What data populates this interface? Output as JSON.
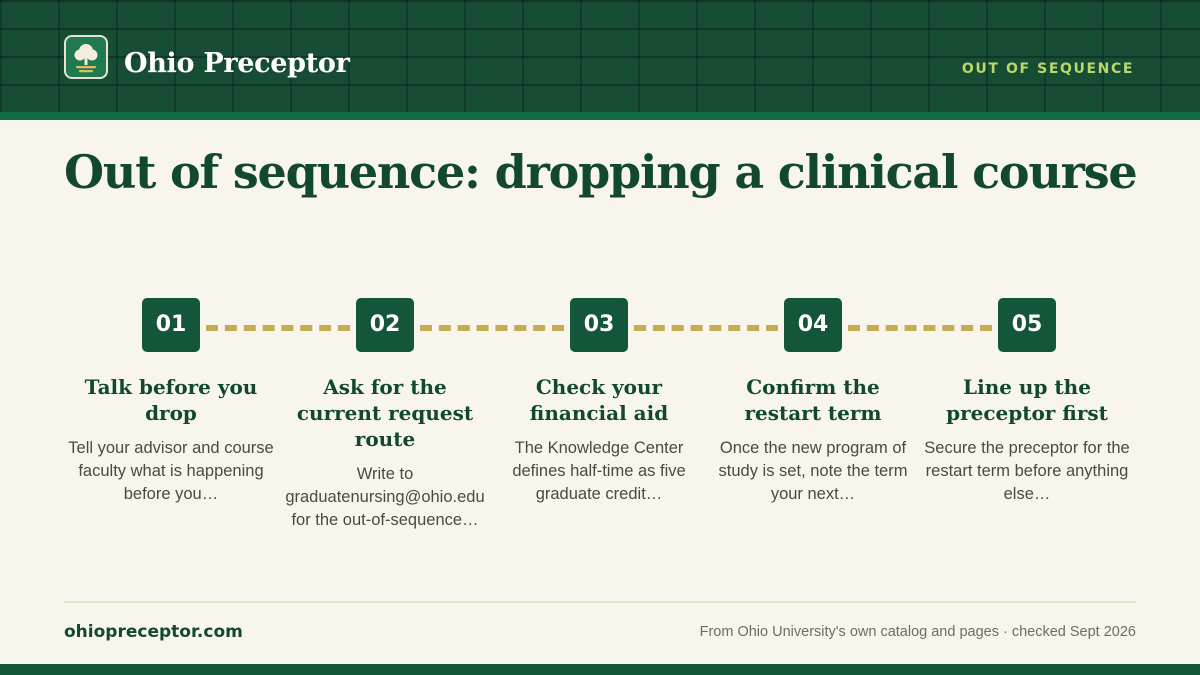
{
  "header": {
    "brand": "Ohio Preceptor",
    "tag": "OUT OF SEQUENCE",
    "logo_icon": "tree-icon"
  },
  "main": {
    "title": "Out of sequence: dropping a clinical course",
    "steps": [
      {
        "number": "01",
        "title": "Talk before you drop",
        "desc": "Tell your advisor and course faculty what is happening before you…"
      },
      {
        "number": "02",
        "title": "Ask for the current request route",
        "desc": "Write to graduatenursing@ohio.edu for the out-of-sequence…"
      },
      {
        "number": "03",
        "title": "Check your financial aid",
        "desc": "The Knowledge Center defines half-time as five graduate credit…"
      },
      {
        "number": "04",
        "title": "Confirm the restart term",
        "desc": "Once the new program of study is set, note the term your next…"
      },
      {
        "number": "05",
        "title": "Line up the preceptor first",
        "desc": "Secure the preceptor for the restart term before anything else…"
      }
    ]
  },
  "footer": {
    "site": "ohiopreceptor.com",
    "source": "From Ohio University's own catalog and pages · checked Sept 2026"
  },
  "colors": {
    "primary": "#13563a",
    "accent": "#c3ac52",
    "tag": "#b7d86a",
    "background": "#f8f6ec"
  }
}
